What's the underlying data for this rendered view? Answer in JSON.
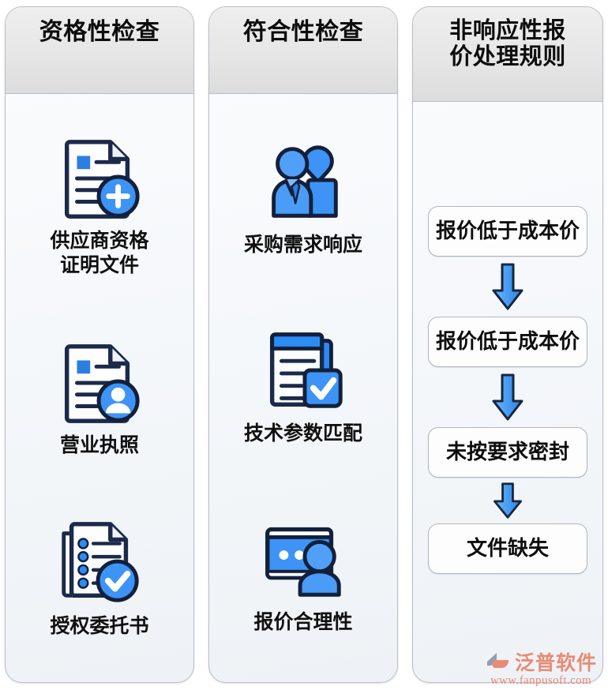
{
  "columns": [
    {
      "id": "eligibility",
      "title": "资格性检查",
      "items": [
        {
          "label": "供应商资格\n证明文件",
          "icon": "document-plus-icon"
        },
        {
          "label": "营业执照",
          "icon": "document-person-icon"
        },
        {
          "label": "授权委托书",
          "icon": "checklist-check-icon"
        }
      ]
    },
    {
      "id": "compliance",
      "title": "符合性检查",
      "items": [
        {
          "label": "采购需求响应",
          "icon": "two-people-icon"
        },
        {
          "label": "技术参数匹配",
          "icon": "documents-check-icon"
        },
        {
          "label": "报价合理性",
          "icon": "screen-person-icon"
        }
      ]
    },
    {
      "id": "nonresponsive-rules",
      "title": "非响应性报\n价处理规则",
      "steps": [
        {
          "label": "报价低于成本价"
        },
        {
          "label": "报价低于成本价"
        },
        {
          "label": "未按要求密封"
        },
        {
          "label": "文件缺失"
        }
      ],
      "arrow_icon": "down-arrow-icon"
    }
  ],
  "watermark": {
    "brand": "泛普软件",
    "url": "www.fanpusoft.com",
    "logo_icon": "fanpu-logo-icon",
    "color": "#e8836b"
  },
  "colors": {
    "icon_blue": "#3d94f6",
    "icon_blue_dark": "#2b7fe0",
    "icon_outline": "#1b2a4a",
    "arrow_blue_light": "#5fb0f5",
    "arrow_blue_dark": "#2e86e0",
    "card_border": "#b9bec7",
    "header_bg": "#e6e6e6",
    "text": "#0d0d0d"
  }
}
